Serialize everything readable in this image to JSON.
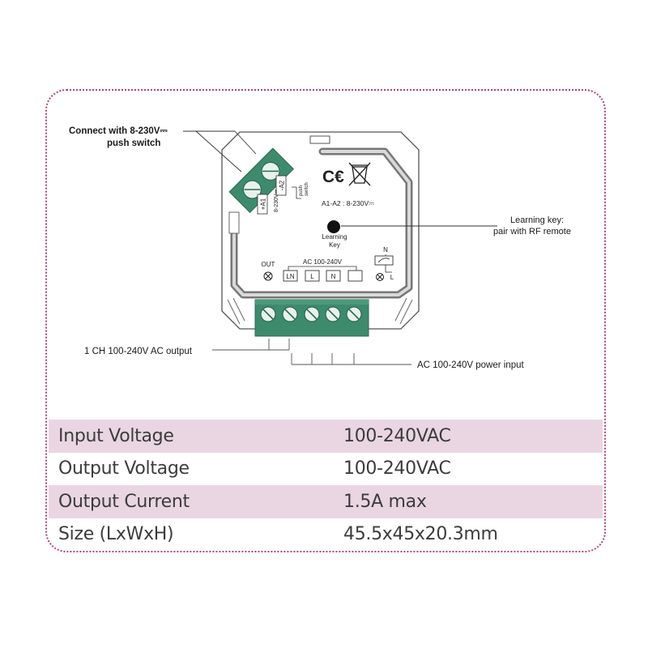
{
  "callouts": {
    "push_switch_line1": "Connect with 8-230V⎓",
    "push_switch_line2": "push switch",
    "learning_key_line1": "Learning key:",
    "learning_key_line2": "pair with RF remote",
    "output": "1 CH 100-240V AC output",
    "power_input": "AC 100-240V power input"
  },
  "device": {
    "a1_label": "+A1",
    "a2_label": "-A2",
    "voltage_side": "8-230V⎓",
    "push_switch_side_1": "push",
    "push_switch_side_2": "switch",
    "a1a2_label": "A1-A2 : 8-230V⎓",
    "learning_key_1": "Learning",
    "learning_key_2": "Key",
    "out_label": "OUT",
    "ac_label": "AC 100-240V",
    "terminals": [
      "LN",
      "L",
      "N",
      ""
    ],
    "n_label": "N",
    "l_label": "L"
  },
  "specs": [
    {
      "label": "Input Voltage",
      "value": "100-240VAC"
    },
    {
      "label": "Output Voltage",
      "value": "100-240VAC"
    },
    {
      "label": "Output Current",
      "value": "1.5A max"
    },
    {
      "label": "Size (LxWxH)",
      "value": "45.5x45x20.3mm"
    }
  ],
  "colors": {
    "frame_border": "#b5417a",
    "row_shade": "#e9d6e2",
    "terminal_green": "#3e8a6c",
    "device_outline": "#555555"
  }
}
